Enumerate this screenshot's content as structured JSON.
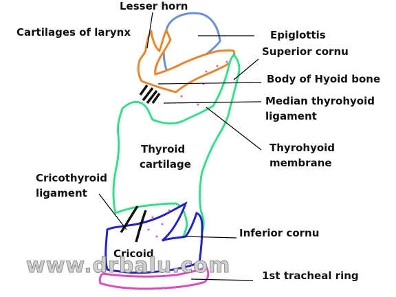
{
  "title": "Cartilages of larynx",
  "labels": {
    "lesser_horn": "Lesser horn",
    "epiglottis": "Epiglottis",
    "superior_cornu": "Superior cornu",
    "body_hyoid": "Body of Hyoid bone",
    "median_thyrohyoid_1": "Median thyrohyoid",
    "median_thyrohyoid_2": "ligament",
    "thyroid_1": "Thyroid",
    "thyroid_2": "cartilage",
    "thyrohyoid_1": "Thyrohyoid",
    "thyrohyoid_2": "membrane",
    "cricothyroid_1": "Cricothyroid",
    "cricothyroid_2": "ligament",
    "inferior_cornu": "Inferior cornu",
    "cricoid": "Cricoid",
    "tracheal_ring": "1st tracheal ring"
  },
  "watermark": "www.drbalu.com",
  "colors": {
    "epiglottis": "#6a8fd8",
    "hyoid": "#e9852a",
    "thyroid": "#33e08a",
    "cricoid": "#2222c8",
    "trachea": "#e04ac0",
    "ligament": "#111111",
    "membrane_dots": "#e060a8"
  }
}
